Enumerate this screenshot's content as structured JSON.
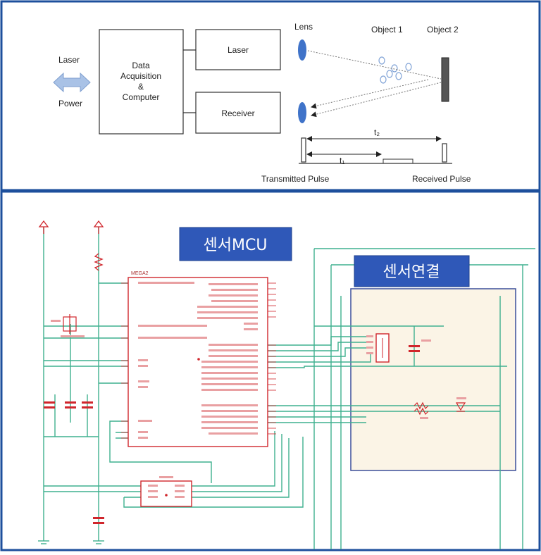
{
  "top_diagram": {
    "laser_power_label_top": "Laser",
    "laser_power_label_bottom": "Power",
    "daq_lines": [
      "Data",
      "Acquisition",
      "&",
      "Computer"
    ],
    "laser_box_label": "Laser",
    "receiver_box_label": "Receiver",
    "lens_label": "Lens",
    "object1_label": "Object 1",
    "object2_label": "Object 2",
    "t2_label": "t₂",
    "t1_label": "t₁",
    "transmitted_pulse_label": "Transmitted Pulse",
    "received_pulse_label": "Received Pulse"
  },
  "schematic": {
    "mcu_callout": "센서MCU",
    "sensor_callout": "센서연결",
    "chip_name": "MEGA2",
    "colors": {
      "wire": "#3fb08f",
      "part": "#d0262c",
      "callout": "#2f58b8",
      "border": "#1d4f9c",
      "sensor_bg": "#fbf4e6"
    }
  }
}
